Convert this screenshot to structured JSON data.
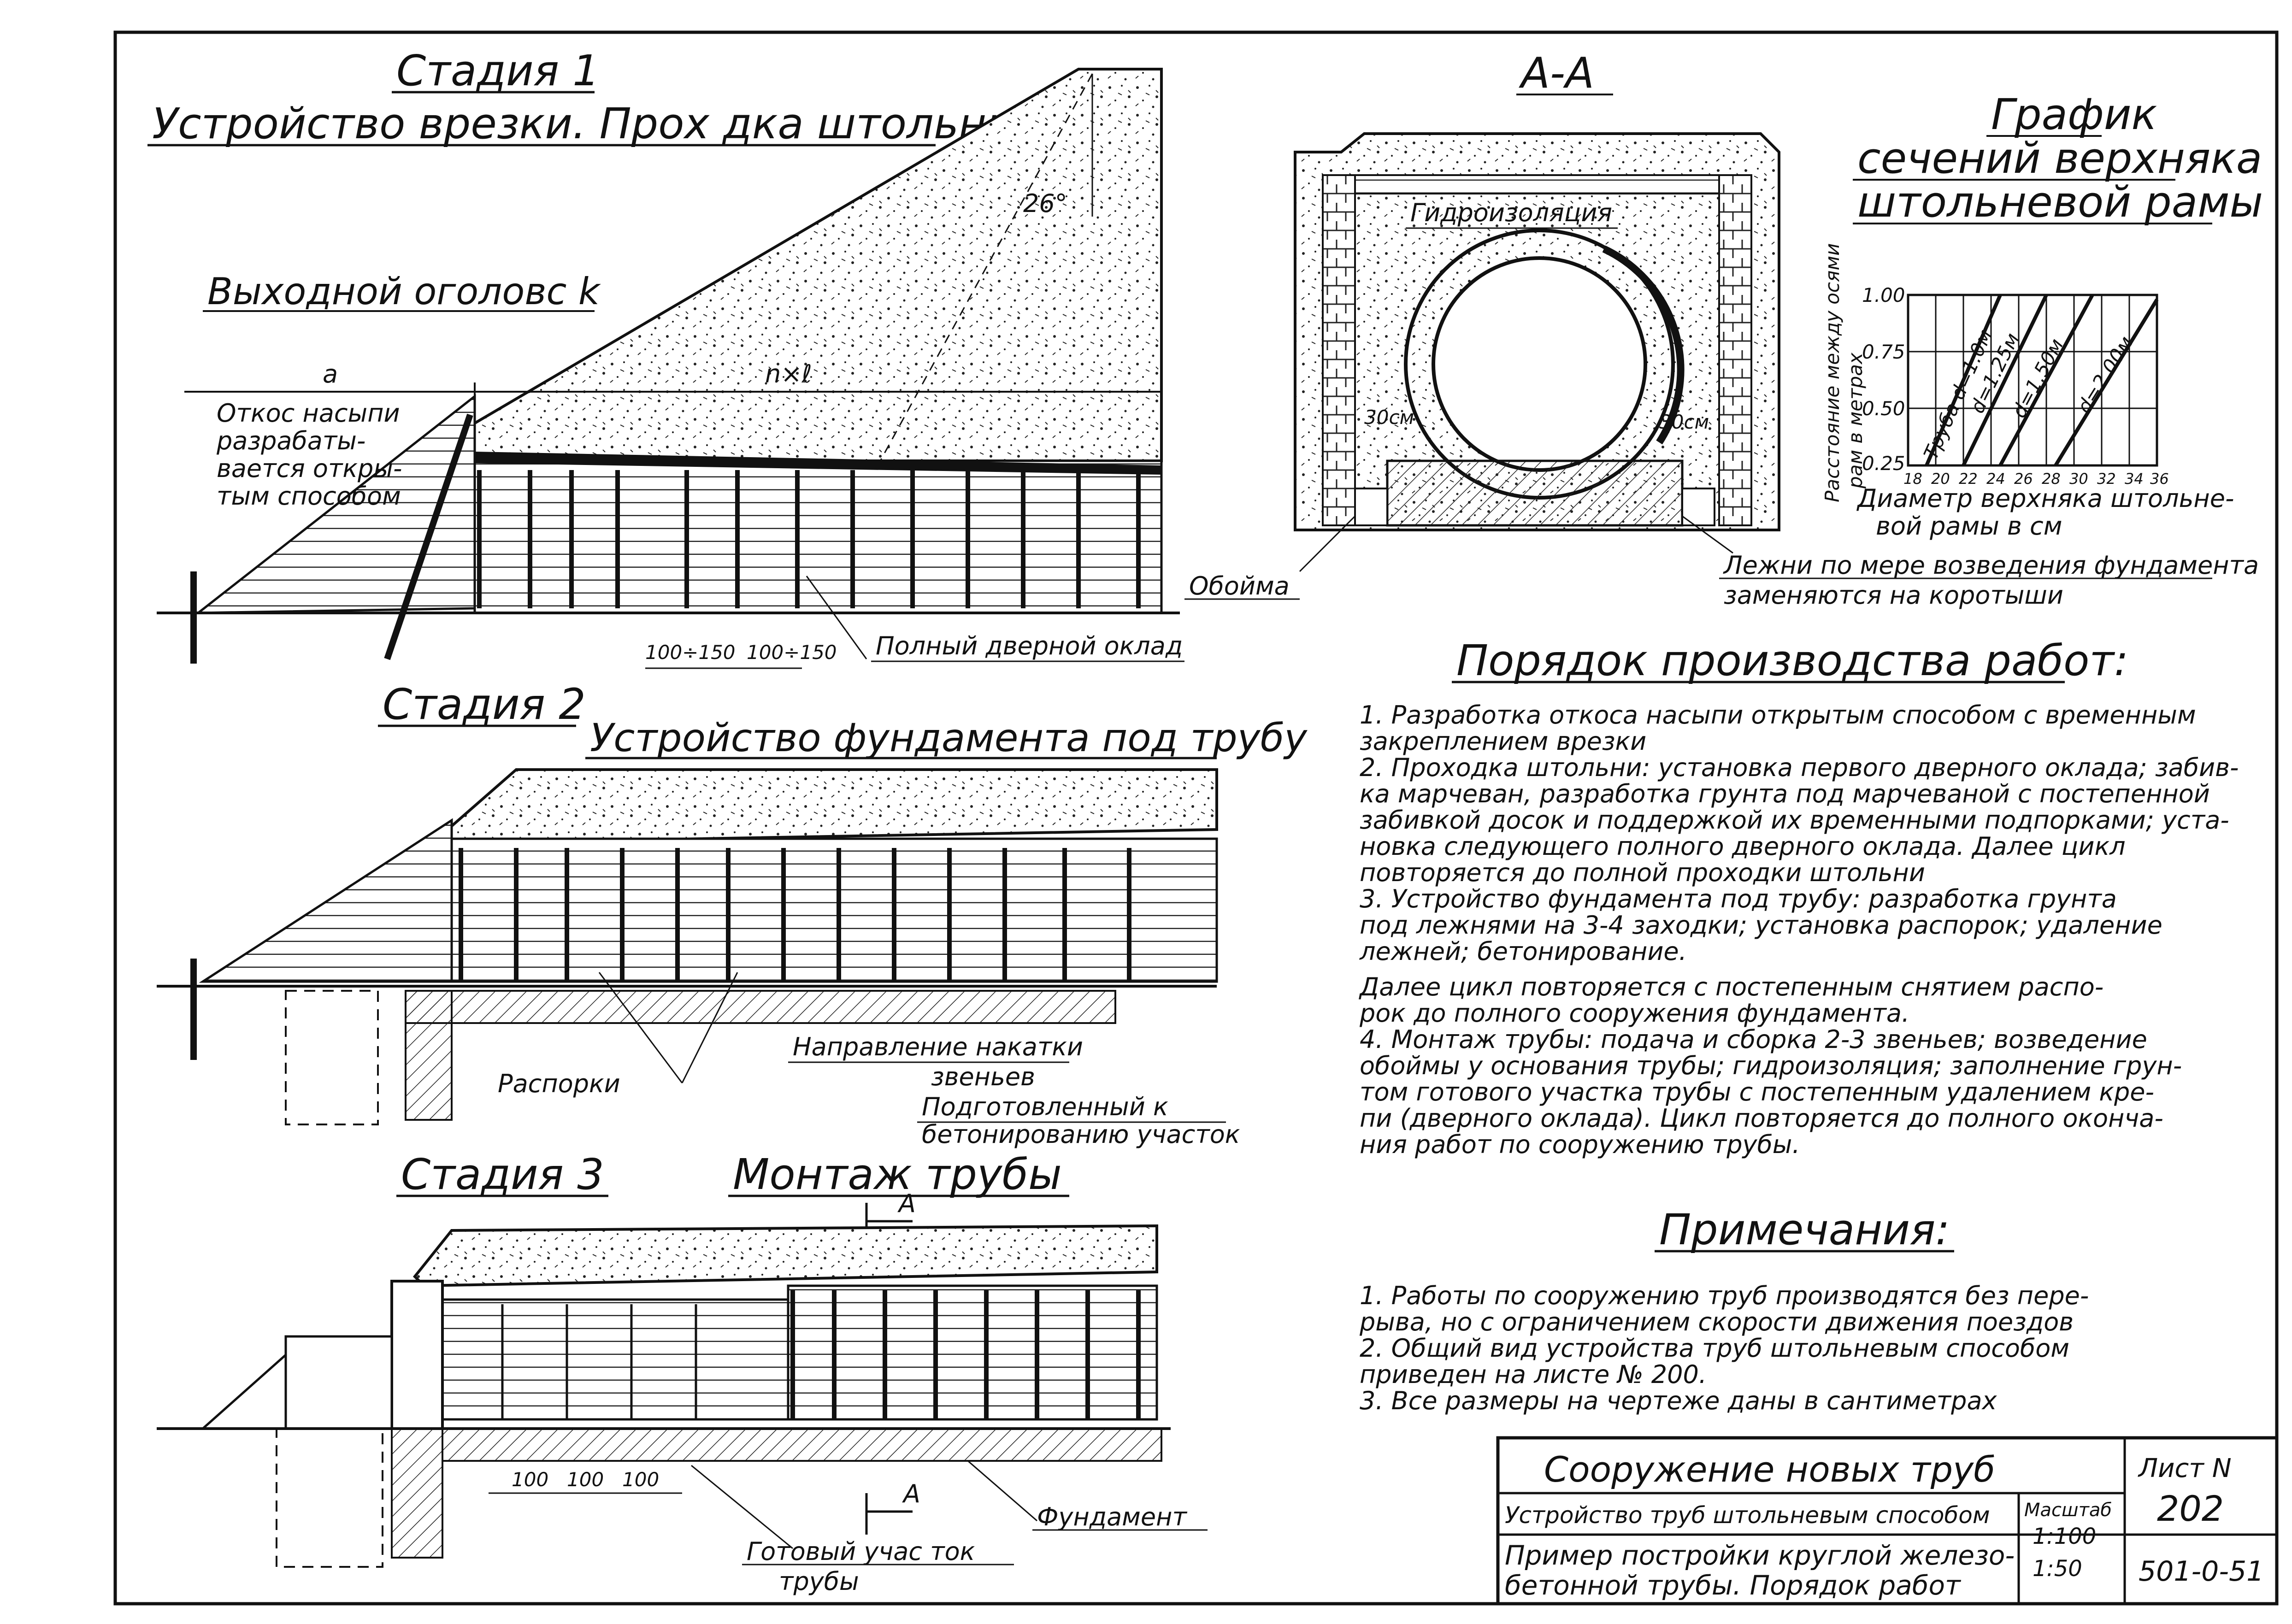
{
  "stage1": {
    "title": "Стадия 1",
    "subtitle": "Устройство врезки. Прох дка штольни",
    "outlet": "Выходной оголовс k",
    "dim_a": "a",
    "dim_nl": "n×ℓ",
    "angle": "26°",
    "slope_note": [
      "Откос насыпи",
      "разрабаты-",
      "вается откры-",
      "тым способом"
    ],
    "spacing_1": "100÷150",
    "spacing_2": "100÷150",
    "frame_label": "Полный дверной оклад"
  },
  "stage2": {
    "title": "Стадия 2",
    "subtitle": "Устройство фундамента под трубу",
    "struts": "Распорки",
    "direction": [
      "Направление накатки",
      "звеньев"
    ],
    "prepared": [
      "Подготовленный к",
      "бетонированию участок"
    ]
  },
  "stage3": {
    "title": "Стадия 3",
    "subtitle": "Монтаж трубы",
    "section_mark_top": "A",
    "section_mark_bottom": "A",
    "dims": [
      "100",
      "100",
      "100"
    ],
    "foundation": "Фундамент",
    "ready": [
      "Готовый учас ток",
      "трубы"
    ]
  },
  "section": {
    "title": "A-A",
    "waterproofing": "Гидроизоляция",
    "left_dim": "30см",
    "right_dim": "30см",
    "cage": "Обойма",
    "sleepers": [
      "Лежни по мере возведения фундамента",
      "заменяются на коротыши"
    ]
  },
  "graph": {
    "title": [
      "График",
      "сечений верхняка",
      "штольневой рамы"
    ],
    "ylabel": [
      "Расстояние между осями",
      "рам в метрах"
    ],
    "xlabel": [
      "Диаметр верхняка штольне-",
      "вой рамы в см"
    ],
    "y_ticks": [
      "1.00",
      "0.75",
      "0.50",
      "0.25"
    ],
    "x_ticks": [
      "18",
      "20",
      "22",
      "24",
      "26",
      "28",
      "30",
      "32",
      "34",
      "36"
    ],
    "curves": [
      "Труба d=1.0м",
      "d=1.25м",
      "d=1.50м",
      "d=2.00м"
    ]
  },
  "procedure": {
    "title": "Порядок производства работ:",
    "lines": [
      "1.  Разработка откоса насыпи открытым способом с временным",
      "закреплением врезки",
      "2.  Проходка штольни: установка первого дверного оклада; забив-",
      "ка марчеван, разработка грунта под марчеваной с постепенной",
      "забивкой досок и поддержкой их временными подпорками; уста-",
      "новка следующего полного дверного оклада. Далее цикл",
      "повторяется до полной проходки штольни",
      "3.  Устройство фундамента под трубу: разработка грунта",
      "под лежнями на 3-4 заходки; установка распорок; удаление",
      "лежней; бетонирование.",
      "     Далее цикл повторяется с постепенным снятием распо-",
      "рок до полного сооружения фундамента.",
      "4.  Монтаж трубы: подача и сборка 2-3 звеньев; возведение",
      "обоймы у основания трубы; гидроизоляция; заполнение грун-",
      "том готового участка трубы с постепенным удалением кре-",
      "пи (дверного оклада). Цикл повторяется до полного оконча-",
      "ния работ по сооружению трубы."
    ]
  },
  "notes": {
    "title": "Примечания:",
    "lines": [
      "1.  Работы по сооружению труб производятся без пере-",
      "рыва, но с ограничением скорости движения поездов",
      "2.  Общий вид устройства труб штольневым способом",
      "приведен на листе № 200.",
      "3.  Все размеры на чертеже даны в сантиметрах"
    ]
  },
  "title_block": {
    "main": "Сооружение новых труб",
    "sub": "Устройство труб штольневым способом",
    "desc": [
      "Пример постройки круглой железо-",
      "бетонной трубы. Порядок работ"
    ],
    "scale_label": "Масштаб",
    "scales": [
      "1:100",
      "1:50"
    ],
    "sheet_label": "Лист N",
    "sheet_no": "202",
    "doc_code": "501-0-51"
  }
}
